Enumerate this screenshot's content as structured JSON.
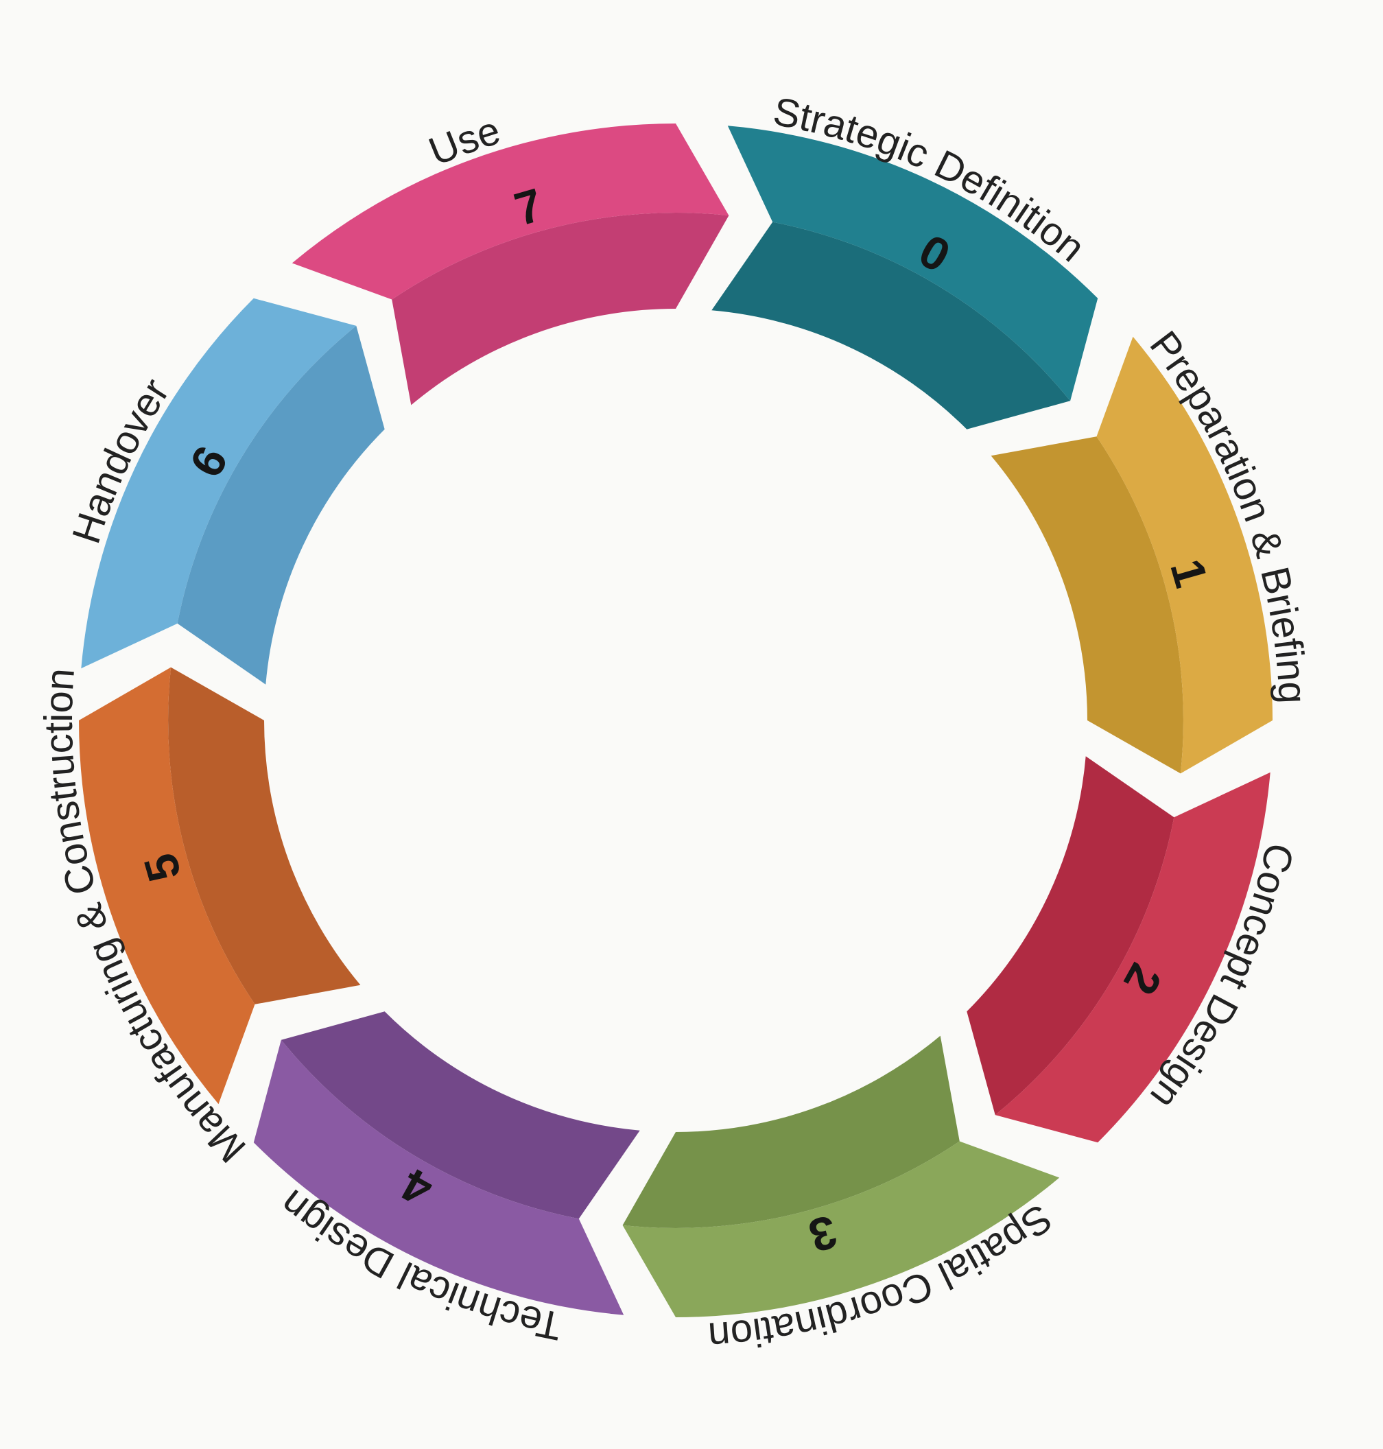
{
  "title": "Plan of Work stages",
  "stages": [
    {
      "number": "0",
      "label": "Strategic Definition",
      "color_light": "#21808f",
      "color_dark": "#1b6d7a"
    },
    {
      "number": "1",
      "label": "Preparation & Briefing",
      "color_light": "#dcaa44",
      "color_dark": "#c39530"
    },
    {
      "number": "2",
      "label": "Concept Design",
      "color_light": "#cb3b53",
      "color_dark": "#b02b43"
    },
    {
      "number": "3",
      "label": "Spatial Coordination",
      "color_light": "#8aa75a",
      "color_dark": "#76924a"
    },
    {
      "number": "4",
      "label": "Technical Design",
      "color_light": "#8a5aa3",
      "color_dark": "#734889"
    },
    {
      "number": "5",
      "label": "Manufacturing & Construction",
      "color_light": "#d46d32",
      "color_dark": "#b95e2b"
    },
    {
      "number": "6",
      "label": "Handover",
      "color_light": "#6db1d9",
      "color_dark": "#5b9cc4"
    },
    {
      "number": "7",
      "label": "Use",
      "color_light": "#dc4a82",
      "color_dark": "#c33e73"
    }
  ]
}
